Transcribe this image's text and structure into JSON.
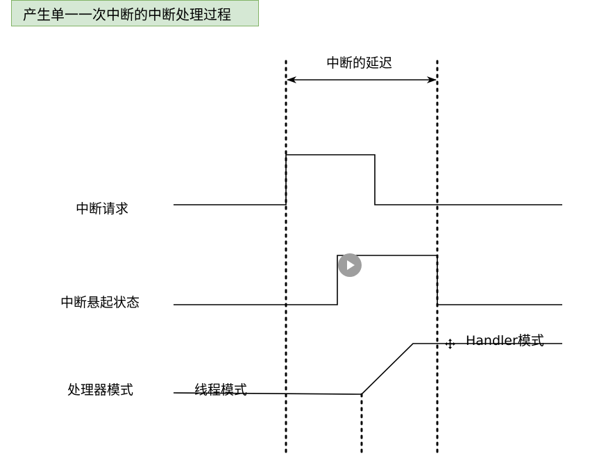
{
  "title": "产生单一一次中断的中断处理过程",
  "latency_label": "中断的延迟",
  "signals": {
    "irq": "中断请求",
    "pending": "中断悬起状态",
    "mode": "处理器模式"
  },
  "mode_labels": {
    "thread": "线程模式",
    "handler": "Handler模式"
  },
  "icons": {
    "play": "play-icon",
    "move_cursor": "move-cursor-icon"
  },
  "colors": {
    "title_fill": "#d5e8d4",
    "title_border": "#82b366",
    "play_button": "#9e9e9e"
  }
}
